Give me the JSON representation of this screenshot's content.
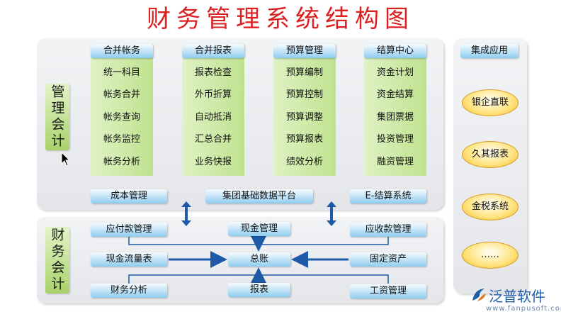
{
  "title": "财务管理系统结构图",
  "management": {
    "label": "管理会计",
    "columns": [
      {
        "header": "合并帐务",
        "items": [
          "统一科目",
          "帐务合并",
          "帐务查询",
          "帐务监控",
          "帐务分析"
        ]
      },
      {
        "header": "合并报表",
        "items": [
          "报表检查",
          "外币折算",
          "自动抵消",
          "汇总合并",
          "业务快报"
        ]
      },
      {
        "header": "预算管理",
        "items": [
          "预算编制",
          "预算控制",
          "预算调整",
          "预算报表",
          "绩效分析"
        ]
      },
      {
        "header": "结算中心",
        "items": [
          "资金计划",
          "资金结算",
          "集团票据",
          "投资管理",
          "融资管理"
        ]
      }
    ],
    "bottom": [
      "成本管理",
      "集团基础数据平台",
      "E-结算系统"
    ]
  },
  "financial": {
    "label": "财务会计",
    "modules": {
      "payables": "应付款管理",
      "cash": "现金管理",
      "receivables": "应收款管理",
      "cashflow": "现金流量表",
      "ledger": "总账",
      "fixed_assets": "固定资产",
      "analysis": "财务分析",
      "reports": "报表",
      "payroll": "工资管理"
    }
  },
  "integration": {
    "header": "集成应用",
    "items": [
      "银企直联",
      "久其报表",
      "金税系统",
      "……"
    ]
  },
  "brand": {
    "name": "泛普软件",
    "url": "www.fanpusoft.com"
  },
  "colors": {
    "title": "#dc2020",
    "arrow": "#1e5aa8",
    "line": "#1e5aa8"
  }
}
